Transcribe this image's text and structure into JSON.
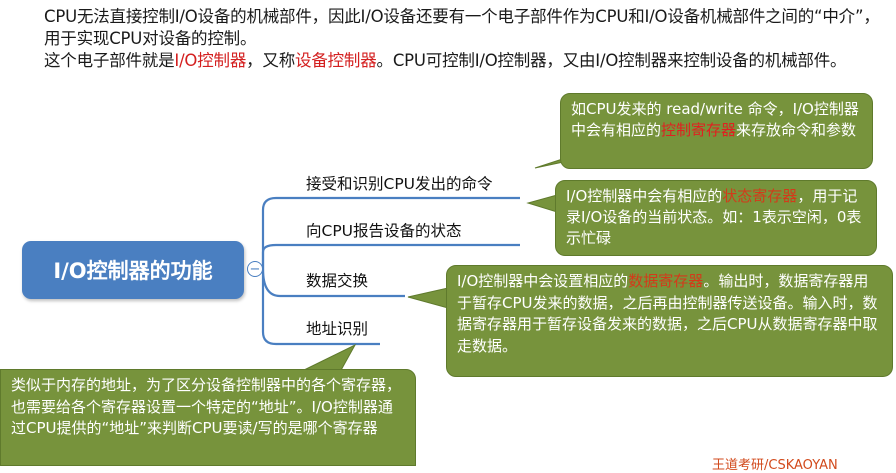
{
  "intro": {
    "line1": "CPU无法直接控制I/O设备的机械部件，因此I/O设备还要有一个电子部件作为CPU和I/O设备机械部件之间的“中介”，用于实现CPU对设备的控制。",
    "line2_pre": "这个电子部件就是",
    "line2_hl1": "I/O控制器",
    "line2_mid": "，又称",
    "line2_hl2": "设备控制器",
    "line2_post": "。CPU可控制I/O控制器，又由I/O控制器来控制设备的机械部件。"
  },
  "root": {
    "label": "I/O控制器的功能",
    "collapse_symbol": "−"
  },
  "branches": [
    {
      "label": "接受和识别CPU发出的命令"
    },
    {
      "label": "向CPU报告设备的状态"
    },
    {
      "label": "数据交换"
    },
    {
      "label": "地址识别"
    }
  ],
  "notes": {
    "command": {
      "pre": "如CPU发来的 read/write 命令，I/O控制器中会有相应的",
      "hl": "控制寄存器",
      "post": "来存放命令和参数"
    },
    "status": {
      "pre": "I/O控制器中会有相应的",
      "hl": "状态寄存器",
      "post": "，用于记录I/O设备的当前状态。如：1表示空闲，0表示忙碌"
    },
    "data": {
      "pre": "I/O控制器中会设置相应的",
      "hl": "数据寄存器",
      "post": "。输出时，数据寄存器用于暂存CPU发来的数据，之后再由控制器传送设备。输入时，数据寄存器用于暂存设备发来的数据，之后CPU从数据寄存器中取走数据。"
    },
    "address": {
      "text": "类似于内存的地址，为了区分设备控制器中的各个寄存器，也需要给各个寄存器设置一个特定的“地址”。I/O控制器通过CPU提供的“地址”来判断CPU要读/写的是哪个寄存器"
    }
  },
  "watermark": "王道考研/CSKAOYAN",
  "colors": {
    "root": "#4a7fc1",
    "bubble": "#77933c",
    "highlight": "#d42020"
  }
}
